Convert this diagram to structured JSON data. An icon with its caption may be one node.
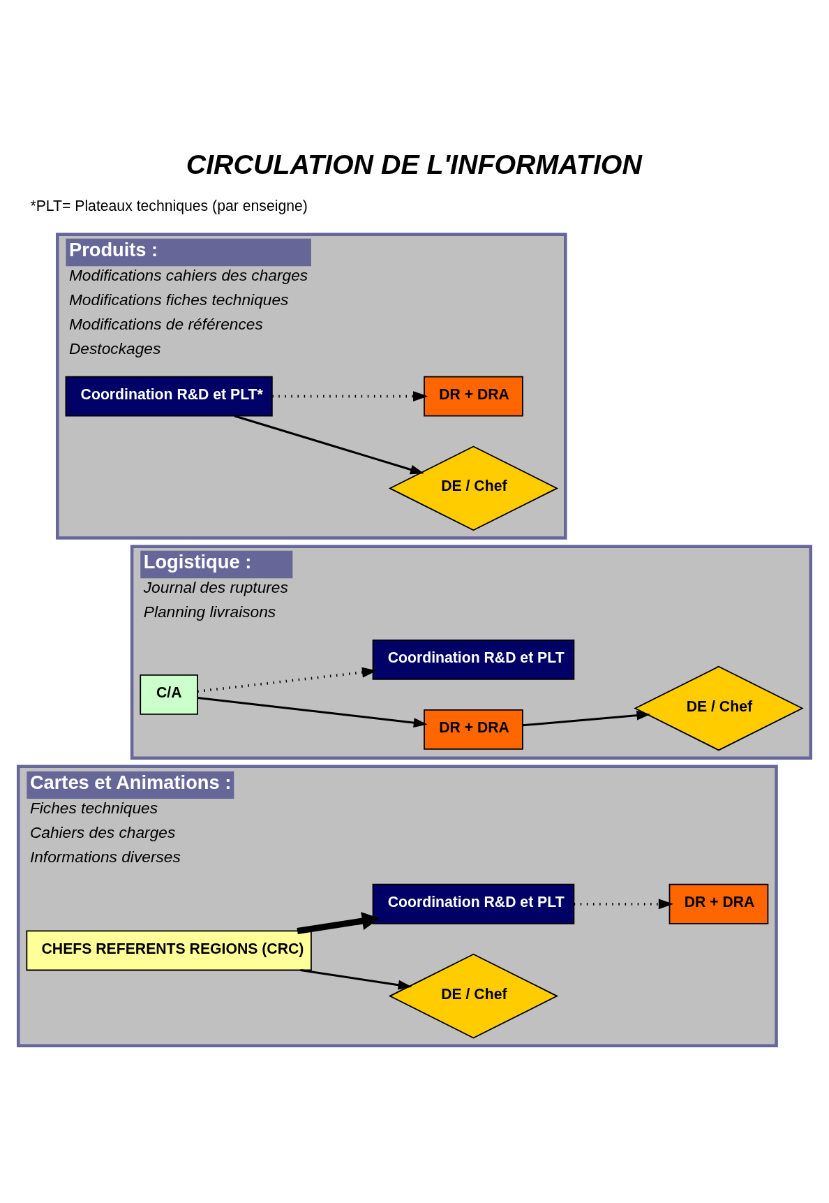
{
  "diagram": {
    "title": "CIRCULATION DE L'INFORMATION",
    "caption": "*PLT= Plateaux techniques (par enseigne)",
    "nodes": [
      {
        "text": [
          "Produits :",
          "Modifications cahiers des charges",
          "Modifications fiches techniques",
          "Modifications de références",
          "Destockages"
        ]
      },
      {
        "text": [
          "Coordination R&D et PLT*"
        ],
        "in": 0
      },
      {
        "text": [
          "DE / Chef"
        ],
        "in": 0
      },
      {
        "text": [
          "DR + DRA"
        ],
        "in": 0
      },
      {
        "text": [
          "Logistique :",
          "Journal des ruptures",
          "Planning livraisons"
        ]
      },
      {
        "text": [
          "C/A"
        ],
        "in": 4
      },
      {
        "text": [
          "DR + DRA"
        ],
        "in": 4
      },
      {
        "text": [
          "DE / Chef"
        ],
        "in": 4
      },
      {
        "text": [
          "Coordination R&D et PLT"
        ],
        "in": 4
      },
      {
        "text": [
          "Cartes et Animations :",
          "Fiches techniques",
          "Cahiers des charges",
          "Informations diverses"
        ]
      },
      {
        "text": [
          "CHEFS REFERENTS REGIONS (CRC)"
        ],
        "in": 9
      },
      {
        "text": [
          "DE / Chef"
        ],
        "in": 9
      },
      {
        "text": [
          "Coordination R&D et PLT"
        ],
        "in": 9
      },
      {
        "text": [
          "DR + DRA"
        ],
        "in": 9
      }
    ],
    "edges": [
      {
        "from": 1,
        "to": 2,
        "arrow": "to"
      },
      {
        "from": 1,
        "to": 3,
        "arrow": "to",
        "style": "dashed"
      },
      {
        "from": 5,
        "to": 6,
        "arrow": "to"
      },
      {
        "from": 6,
        "to": 7,
        "arrow": "to"
      },
      {
        "from": 5,
        "to": 8,
        "arrow": "to",
        "style": "dashed"
      },
      {
        "from": 10,
        "to": 11,
        "arrow": "to"
      },
      {
        "from": 10,
        "to": 12,
        "arrow": "to",
        "style": "thick"
      },
      {
        "from": 12,
        "to": 13,
        "arrow": "to",
        "style": "dashed"
      }
    ]
  }
}
